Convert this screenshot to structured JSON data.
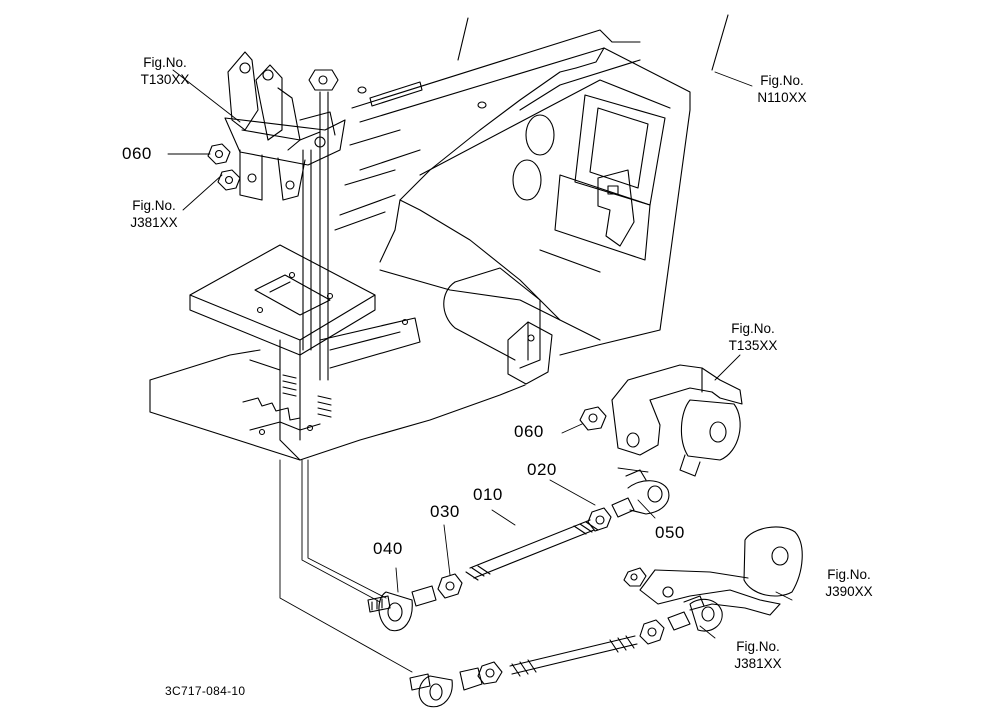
{
  "figure_refs": {
    "t130": {
      "prefix": "Fig.No.",
      "code": "T130XX"
    },
    "j381_top": {
      "prefix": "Fig.No.",
      "code": "J381XX"
    },
    "n110": {
      "prefix": "Fig.No.",
      "code": "N110XX"
    },
    "t135": {
      "prefix": "Fig.No.",
      "code": "T135XX"
    },
    "j390": {
      "prefix": "Fig.No.",
      "code": "J390XX"
    },
    "j381_bottom": {
      "prefix": "Fig.No.",
      "code": "J381XX"
    }
  },
  "parts": {
    "p060_top": "060",
    "p060_mid": "060",
    "p020": "020",
    "p010": "010",
    "p030": "030",
    "p040": "040",
    "p050": "050"
  },
  "drawing_number": "3C717-084-10",
  "colors": {
    "line": "#000000",
    "background": "#ffffff"
  }
}
